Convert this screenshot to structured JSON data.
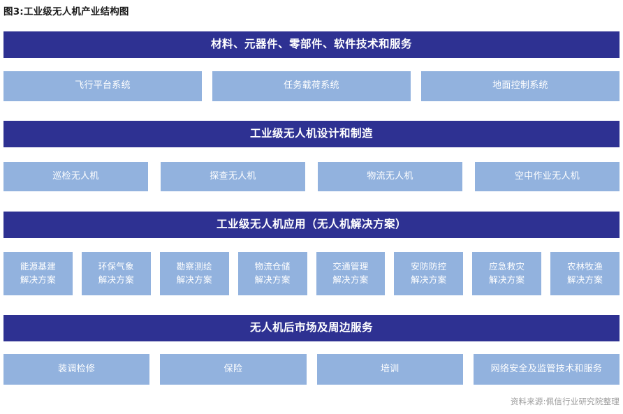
{
  "title": "图3:工业级无人机产业结构图",
  "colors": {
    "band": "#2E3192",
    "cell": "#92B2DE",
    "band_text": "#FFFFFF",
    "cell_text": "#FFFFFF",
    "title_text": "#1A1A1A",
    "source_text": "#9A9A9A",
    "background": "#FFFFFF"
  },
  "sections": {
    "components": {
      "band_label": "材料、元器件、零部件、软件技术和服务",
      "items": [
        {
          "label": "飞行平台系统"
        },
        {
          "label": "任务载荷系统"
        },
        {
          "label": "地面控制系统"
        }
      ]
    },
    "manufacturing": {
      "band_label": "工业级无人机设计和制造",
      "items": [
        {
          "label": "巡检无人机"
        },
        {
          "label": "探查无人机"
        },
        {
          "label": "物流无人机"
        },
        {
          "label": "空中作业无人机"
        }
      ]
    },
    "applications": {
      "band_label": "工业级无人机应用（无人机解决方案）",
      "items": [
        {
          "label": "能源基建\n解决方案"
        },
        {
          "label": "环保气象\n解决方案"
        },
        {
          "label": "勘察测绘\n解决方案"
        },
        {
          "label": "物流仓储\n解决方案"
        },
        {
          "label": "交通管理\n解决方案"
        },
        {
          "label": "安防防控\n解决方案"
        },
        {
          "label": "应急救灾\n解决方案"
        },
        {
          "label": "农林牧渔\n解决方案"
        }
      ]
    },
    "aftermarket": {
      "band_label": "无人机后市场及周边服务",
      "items": [
        {
          "label": "装调检修"
        },
        {
          "label": "保险"
        },
        {
          "label": "培训"
        },
        {
          "label": "网络安全及监管技术和服务"
        }
      ]
    }
  },
  "source": "资料来源:佩信行业研究院整理"
}
